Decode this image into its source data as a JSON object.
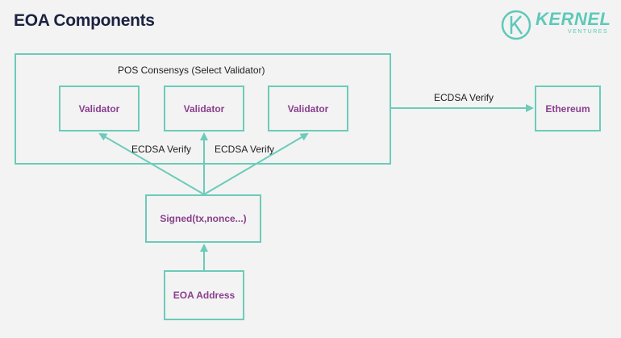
{
  "title": "EOA Components",
  "logo": {
    "word": "KERNEL",
    "sub": "VENTURES"
  },
  "container_label": "POS Consensys (Select Validator)",
  "validators": [
    "Validator",
    "Validator",
    "Validator"
  ],
  "ethereum": "Ethereum",
  "signed": "Signed(tx,nonce...)",
  "eoa": "EOA Address",
  "edge_labels": {
    "ecdsa_right": "ECDSA Verify",
    "ecdsa_left": "ECDSA Verify",
    "ecdsa_mid": "ECDSA Verify"
  },
  "colors": {
    "accent": "#6ccbb9",
    "node_text": "#8a3f8e",
    "title": "#1c2340"
  }
}
